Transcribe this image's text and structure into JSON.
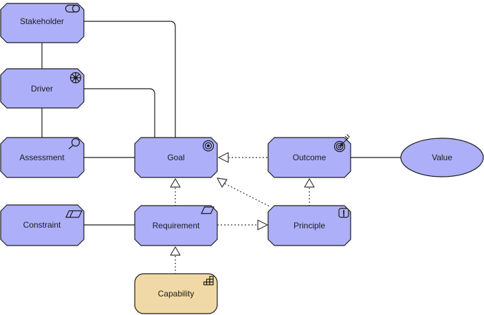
{
  "colors": {
    "motivation_fill": "#ADAFF8",
    "capability_fill": "#F0D9A6",
    "border": "#1A1A1A",
    "connector": "#333333",
    "background": "#FFFFFF"
  },
  "nodes": {
    "stakeholder": {
      "label": "Stakeholder",
      "icon": "role-icon"
    },
    "driver": {
      "label": "Driver",
      "icon": "steering-wheel-icon"
    },
    "assessment": {
      "label": "Assessment",
      "icon": "magnifier-icon"
    },
    "goal": {
      "label": "Goal",
      "icon": "bullseye-icon"
    },
    "outcome": {
      "label": "Outcome",
      "icon": "target-arrow-icon"
    },
    "value": {
      "label": "Value",
      "icon": "ellipse-shape"
    },
    "constraint": {
      "label": "Constraint",
      "icon": "parallelogram-line-icon"
    },
    "requirement": {
      "label": "Requirement",
      "icon": "parallelogram-icon"
    },
    "principle": {
      "label": "Principle",
      "icon": "exclamation-icon"
    },
    "capability": {
      "label": "Capability",
      "icon": "capability-steps-icon"
    }
  },
  "relationships": [
    {
      "from": "stakeholder",
      "to": "driver",
      "type": "association"
    },
    {
      "from": "driver",
      "to": "assessment",
      "type": "association"
    },
    {
      "from": "stakeholder",
      "to": "goal",
      "type": "association"
    },
    {
      "from": "driver",
      "to": "goal",
      "type": "association"
    },
    {
      "from": "assessment",
      "to": "goal",
      "type": "association"
    },
    {
      "from": "outcome",
      "to": "goal",
      "type": "realization"
    },
    {
      "from": "value",
      "to": "outcome",
      "type": "association"
    },
    {
      "from": "principle",
      "to": "goal",
      "type": "realization"
    },
    {
      "from": "principle",
      "to": "outcome",
      "type": "realization"
    },
    {
      "from": "requirement",
      "to": "goal",
      "type": "realization"
    },
    {
      "from": "requirement",
      "to": "principle",
      "type": "realization"
    },
    {
      "from": "constraint",
      "to": "requirement",
      "type": "association"
    },
    {
      "from": "capability",
      "to": "requirement",
      "type": "realization"
    }
  ]
}
